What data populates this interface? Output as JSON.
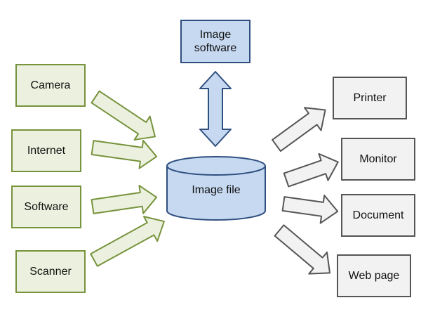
{
  "inputs": [
    "Camera",
    "Internet",
    "Software",
    "Scanner"
  ],
  "center": {
    "label": "Image file"
  },
  "editor": {
    "label": "Image\nsoftware"
  },
  "outputs": [
    "Printer",
    "Monitor",
    "Document",
    "Web page"
  ],
  "colors": {
    "input_fill": "#ebf1de",
    "input_stroke": "#77933c",
    "output_fill": "#f2f2f2",
    "output_stroke": "#555555",
    "core_fill": "#c6d9f1",
    "core_stroke": "#2f4f7f"
  }
}
